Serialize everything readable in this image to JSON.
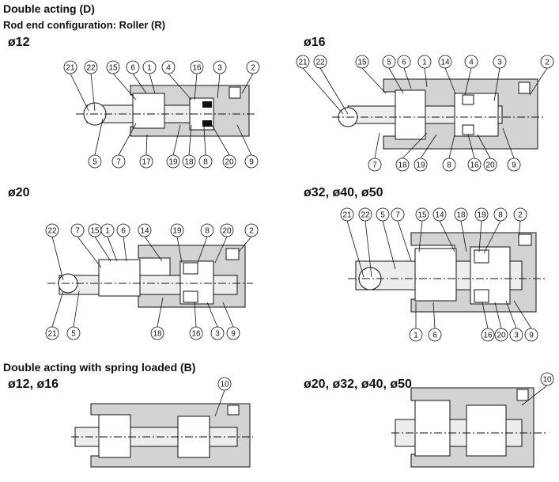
{
  "header": {
    "title": "Double acting (D)",
    "subtitle": "Rod end configuration: Roller (R)",
    "section2_title": "Double acting with spring loaded (B)"
  },
  "captions": {
    "d12": "ø12",
    "d16": "ø16",
    "d20": "ø20",
    "d32": "ø32, ø40, ø50",
    "b1216": "ø12, ø16",
    "b2050": "ø20, ø32, ø40, ø50"
  },
  "callouts": {
    "d12": [
      "21",
      "22",
      "15",
      "6",
      "1",
      "4",
      "16",
      "3",
      "2",
      "5",
      "7",
      "17",
      "19",
      "18",
      "8",
      "20",
      "9"
    ],
    "d16": [
      "21",
      "22",
      "15",
      "5",
      "6",
      "1",
      "14",
      "4",
      "3",
      "2",
      "7",
      "18",
      "19",
      "8",
      "16",
      "20",
      "9"
    ],
    "d20": [
      "22",
      "7",
      "15",
      "1",
      "6",
      "14",
      "19",
      "8",
      "20",
      "2",
      "21",
      "5",
      "18",
      "16",
      "3",
      "9"
    ],
    "d32": [
      "21",
      "22",
      "5",
      "7",
      "15",
      "14",
      "18",
      "19",
      "8",
      "2",
      "1",
      "6",
      "16",
      "20",
      "3",
      "9"
    ],
    "b1216": [
      "10"
    ],
    "b2050": [
      "10"
    ]
  },
  "colors": {
    "body_fill": "#d3d3d3",
    "rod_fill": "#ededed",
    "line": "#111111"
  }
}
